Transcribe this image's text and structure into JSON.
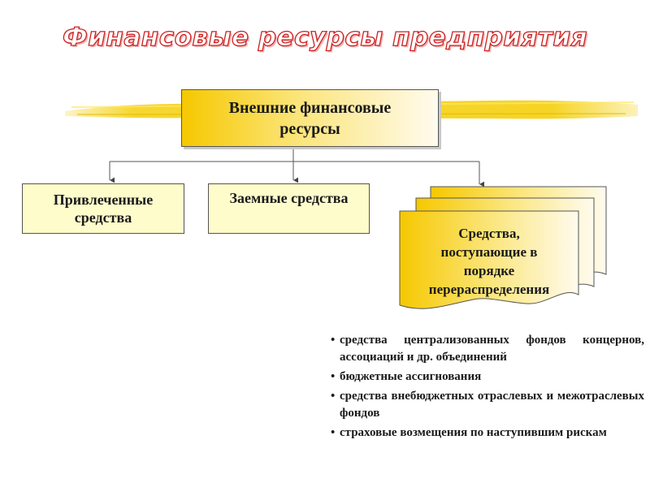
{
  "title": "Финансовые ресурсы предприятия",
  "main_box": {
    "label_line1": "Внешние финансовые",
    "label_line2": "ресурсы"
  },
  "children": {
    "attracted": {
      "label_line1": "Привлеченные",
      "label_line2": "средства"
    },
    "loaned": {
      "label": "Заемные средства"
    },
    "redistribution": {
      "line1": "Средства,",
      "line2": "поступающие в",
      "line3": "порядке",
      "line4": "перераспределения"
    }
  },
  "bullets": [
    "средства централизованных фондов концернов, ассоциаций и др. объединений",
    "бюджетные ассигнования",
    "средства внебюджетных отраслевых и межотраслевых фондов",
    "страховые возмещения по наступившим рискам"
  ],
  "bullet_symbol": "•",
  "colors": {
    "title_text": "#cc1f1f",
    "main_gradient_start": "#f6c800",
    "sub_box_fill": "#fffccc",
    "brush_stroke": "#f5d21a",
    "doc_gradient_start": "#f6c800"
  },
  "icons": [
    "brush-stroke-decoration",
    "document-stack-icon"
  ]
}
